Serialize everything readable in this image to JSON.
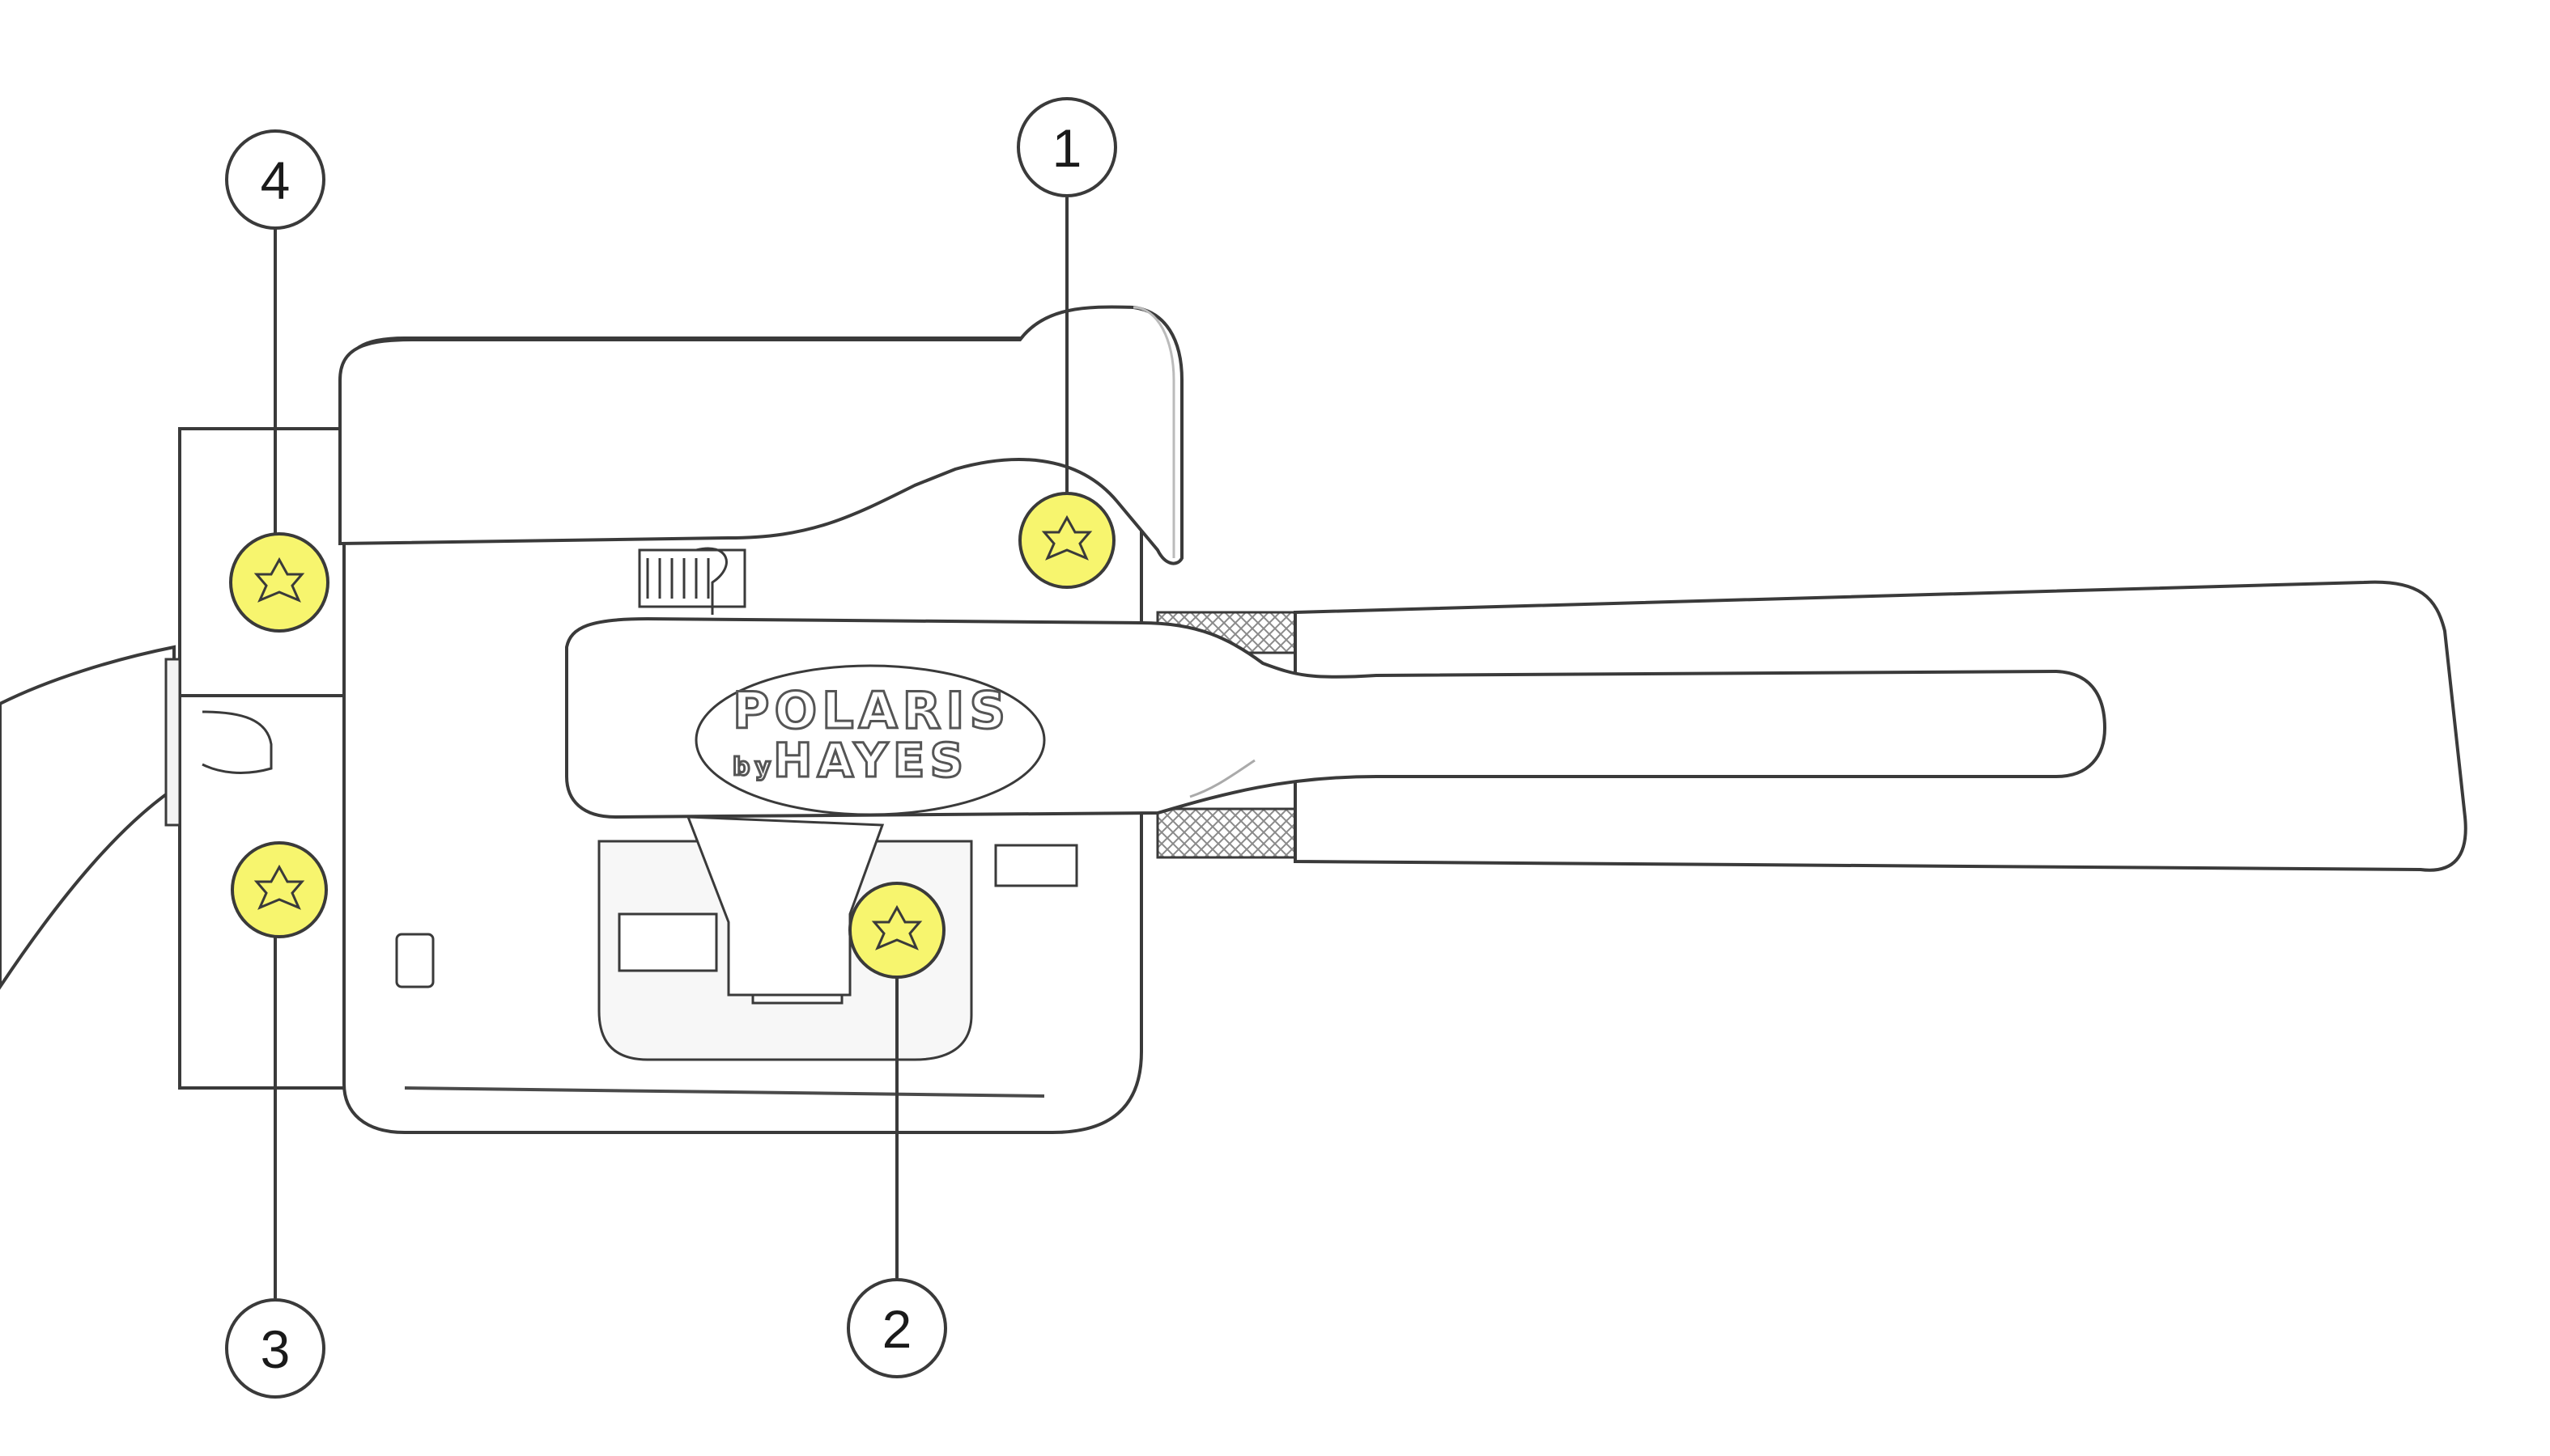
{
  "callouts": [
    {
      "label": "1"
    },
    {
      "label": "2"
    },
    {
      "label": "3"
    },
    {
      "label": "4"
    }
  ],
  "logo": {
    "line1": "POLARIS",
    "by": "by",
    "line2": "HAYES"
  },
  "colors": {
    "bolt_fill": "#f7f56e",
    "outline": "#3a3a3a",
    "body_fill": "#ffffff",
    "knurl": "#9a9a9a"
  }
}
